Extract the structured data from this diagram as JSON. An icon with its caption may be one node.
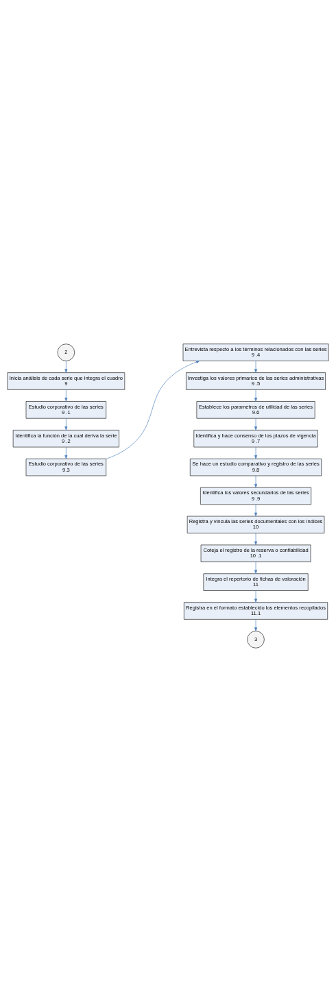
{
  "diagram": {
    "nodes": [
      {
        "text": [
          "2"
        ]
      },
      {
        "text": [
          "Inicia análisis de cada serie que integra el cuadro",
          "9"
        ]
      },
      {
        "text": [
          "Estudio corporativo de las series",
          "9 .1"
        ]
      },
      {
        "text": [
          "Identifica la función de la cual deriva la serie",
          "9 .2"
        ]
      },
      {
        "text": [
          "Estudio corporativo de las series",
          "9.3"
        ]
      },
      {
        "text": [
          "Entrevista respecto a los términos relacionados con las series",
          "9 .4"
        ]
      },
      {
        "text": [
          "Investiga los valores primarios de las series administrativas",
          "9 .5"
        ]
      },
      {
        "text": [
          "Establece los parametros de utilidad de las series",
          "9.6"
        ]
      },
      {
        "text": [
          "Identifica y hace consenso de los plazos de vigencia",
          "9 .7"
        ]
      },
      {
        "text": [
          "Se hace un estudio comparativo y registro de las series",
          "9.8"
        ]
      },
      {
        "text": [
          "Identifica los valores secundarios de las series",
          "9 .9"
        ]
      },
      {
        "text": [
          "Registra y vincula las series documentales con los índices",
          "10"
        ]
      },
      {
        "text": [
          "Coteja el registro de la reserva o confiabilidad",
          "10 .1"
        ]
      },
      {
        "text": [
          "Integra el repertorio de fichas de valoración",
          "11"
        ]
      },
      {
        "text": [
          "Registra en el formato establecido los elementos recopilados",
          "11.1"
        ]
      },
      {
        "text": [
          "3"
        ]
      }
    ],
    "edges": [
      {
        "from": 0,
        "to": 1,
        "arrow": "to"
      },
      {
        "from": 1,
        "to": 2,
        "arrow": "to"
      },
      {
        "from": 2,
        "to": 3,
        "arrow": "to"
      },
      {
        "from": 3,
        "to": 4,
        "arrow": "to"
      },
      {
        "from": 4,
        "to": 5,
        "arrow": "to"
      },
      {
        "from": 5,
        "to": 6,
        "arrow": "to"
      },
      {
        "from": 6,
        "to": 7,
        "arrow": "to"
      },
      {
        "from": 7,
        "to": 8,
        "arrow": "to"
      },
      {
        "from": 8,
        "to": 9,
        "arrow": "to"
      },
      {
        "from": 9,
        "to": 10,
        "arrow": "to"
      },
      {
        "from": 10,
        "to": 11,
        "arrow": "to"
      },
      {
        "from": 11,
        "to": 12,
        "arrow": "to"
      },
      {
        "from": 12,
        "to": 13,
        "arrow": "to"
      },
      {
        "from": 13,
        "to": 14,
        "arrow": "to"
      },
      {
        "from": 14,
        "to": 15,
        "arrow": "to"
      }
    ]
  }
}
